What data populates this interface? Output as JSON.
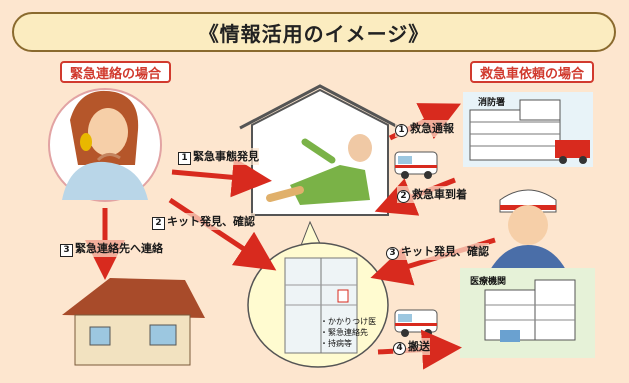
{
  "title": "《情報活用のイメージ》",
  "sections": {
    "emergency_contact": "緊急連絡の場合",
    "ambulance_request": "救急車依頼の場合"
  },
  "steps_left": [
    {
      "num": "1",
      "text": "緊急事態発見"
    },
    {
      "num": "2",
      "text": "キット発見、確認"
    },
    {
      "num": "3",
      "text": "緊急連絡先へ連絡"
    }
  ],
  "steps_right": [
    {
      "num": "1",
      "text": "救急通報"
    },
    {
      "num": "2",
      "text": "救急車到着"
    },
    {
      "num": "3",
      "text": "キット発見、確認"
    },
    {
      "num": "4",
      "text": "搬送"
    }
  ],
  "places": {
    "fire_station": "消防署",
    "medical": "医療機関"
  },
  "kit_items": [
    "かかりつけ医",
    "緊急連絡先",
    "持病等"
  ],
  "colors": {
    "background": "#fde6cf",
    "accent_red": "#d13a2e",
    "banner": "#fbecc0"
  }
}
